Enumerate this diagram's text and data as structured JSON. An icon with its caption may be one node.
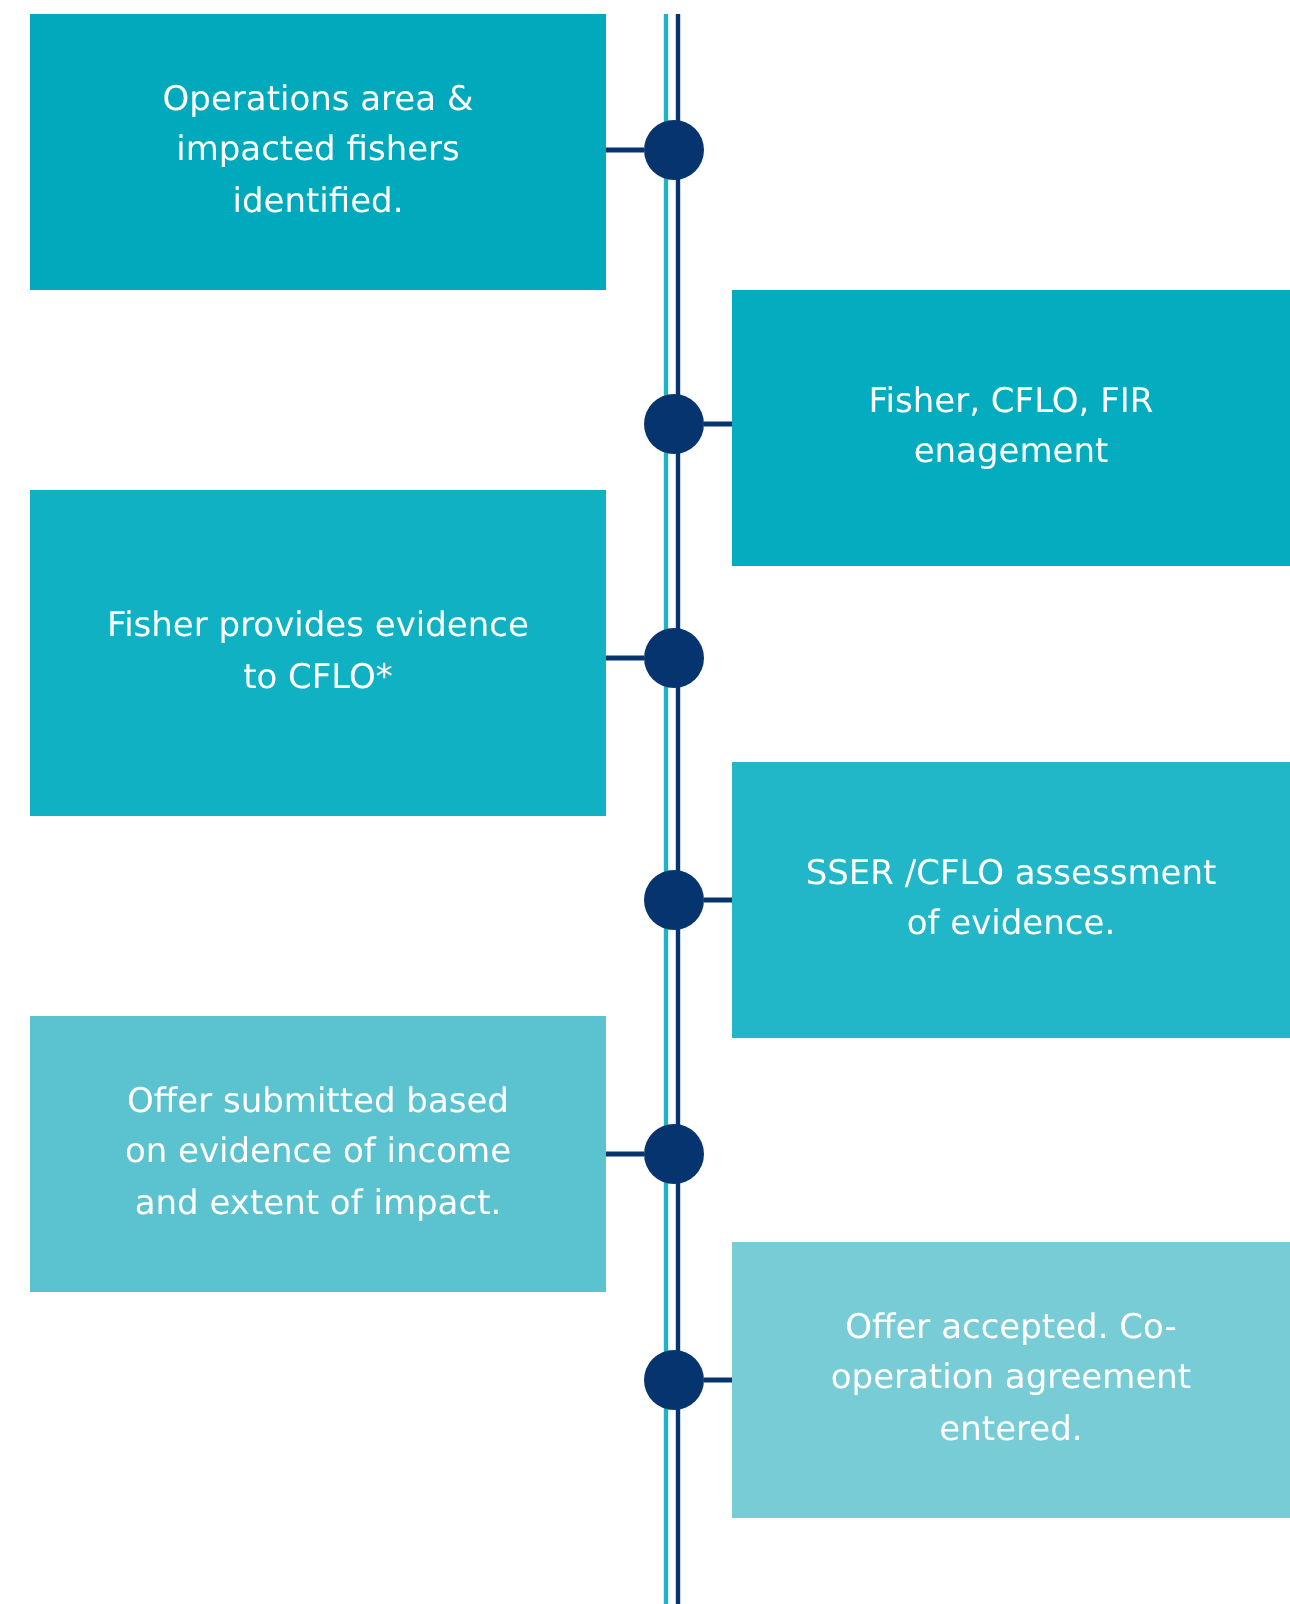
{
  "diagram": {
    "nodes": [
      {
        "text": [
          "Operations area & impacted fishers identified."
        ]
      },
      {
        "text": [
          "Fisher, CFLO, FIR enagement"
        ]
      },
      {
        "text": [
          "Fisher provides evidence to CFLO*"
        ]
      },
      {
        "text": [
          "SSER /CFLO assessment of evidence."
        ]
      },
      {
        "text": [
          "Offer submitted based on evidence of income and extent of impact."
        ]
      },
      {
        "text": [
          "Offer accepted. Co-operation agreement entered."
        ]
      },
      {
        "text": [],
        "shape": "circle"
      },
      {
        "text": [],
        "shape": "circle"
      },
      {
        "text": [],
        "shape": "circle"
      },
      {
        "text": [],
        "shape": "circle"
      },
      {
        "text": [],
        "shape": "circle"
      },
      {
        "text": [],
        "shape": "circle"
      }
    ],
    "edges": [
      {
        "from": 0,
        "to": 6,
        "arrow": "none"
      },
      {
        "from": 1,
        "to": 7,
        "arrow": "none"
      },
      {
        "from": 2,
        "to": 8,
        "arrow": "none"
      },
      {
        "from": 3,
        "to": 9,
        "arrow": "none"
      },
      {
        "from": 4,
        "to": 10,
        "arrow": "none"
      },
      {
        "from": 5,
        "to": 11,
        "arrow": "none"
      }
    ]
  }
}
